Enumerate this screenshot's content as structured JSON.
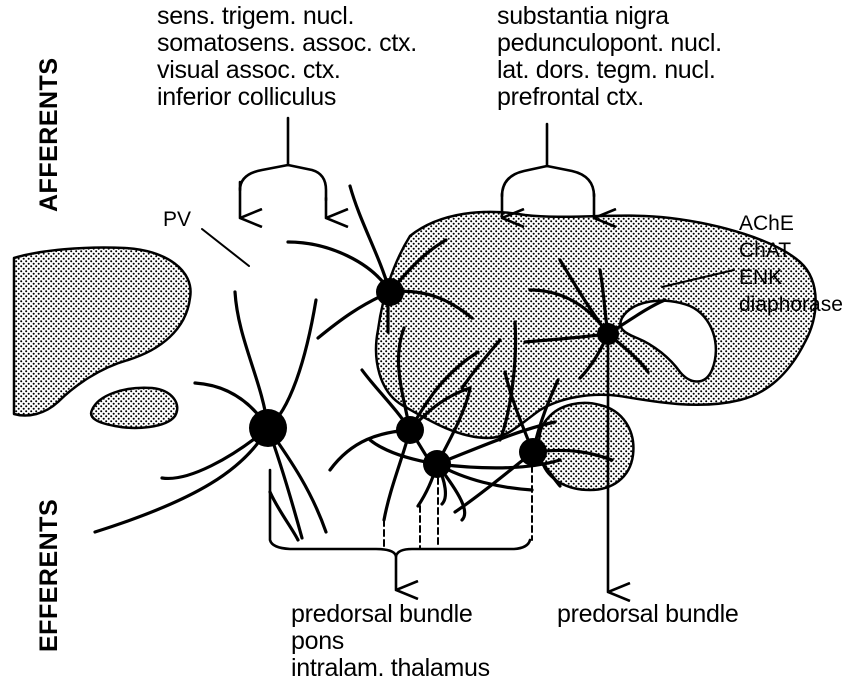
{
  "side_labels": {
    "afferents": "AFFERENTS",
    "efferents": "EFFERENTS"
  },
  "afferent_groups": [
    {
      "lines": [
        "sens. trigem. nucl.",
        "somatosens. assoc. ctx.",
        "visual assoc. ctx.",
        "inferior colliculus"
      ]
    },
    {
      "lines": [
        "substantia nigra",
        "pedunculopont. nucl.",
        "lat. dors. tegm. nucl.",
        "prefrontal ctx."
      ]
    }
  ],
  "region_label": "PV",
  "markers": [
    "AChE",
    "ChAT",
    "ENK",
    "diaphorase"
  ],
  "efferent_targets": {
    "left": [
      "predorsal bundle",
      "pons",
      "intralam. thalamus"
    ],
    "right": [
      "predorsal bundle"
    ]
  },
  "colors": {
    "ink": "#000000",
    "paper": "#ffffff"
  }
}
